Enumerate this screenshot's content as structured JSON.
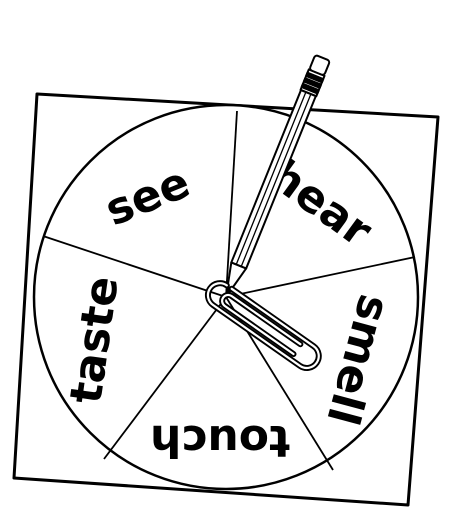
{
  "spinner": {
    "sections": [
      {
        "key": "see",
        "label": "see"
      },
      {
        "key": "hear",
        "label": "hear"
      },
      {
        "key": "smell",
        "label": "smell"
      },
      {
        "key": "touch",
        "label": "touch"
      },
      {
        "key": "taste",
        "label": "taste"
      }
    ]
  },
  "pointer": {
    "type": "paper clip",
    "pencil": "pencil"
  },
  "colors": {
    "ink": "#000000",
    "paper": "#ffffff"
  }
}
